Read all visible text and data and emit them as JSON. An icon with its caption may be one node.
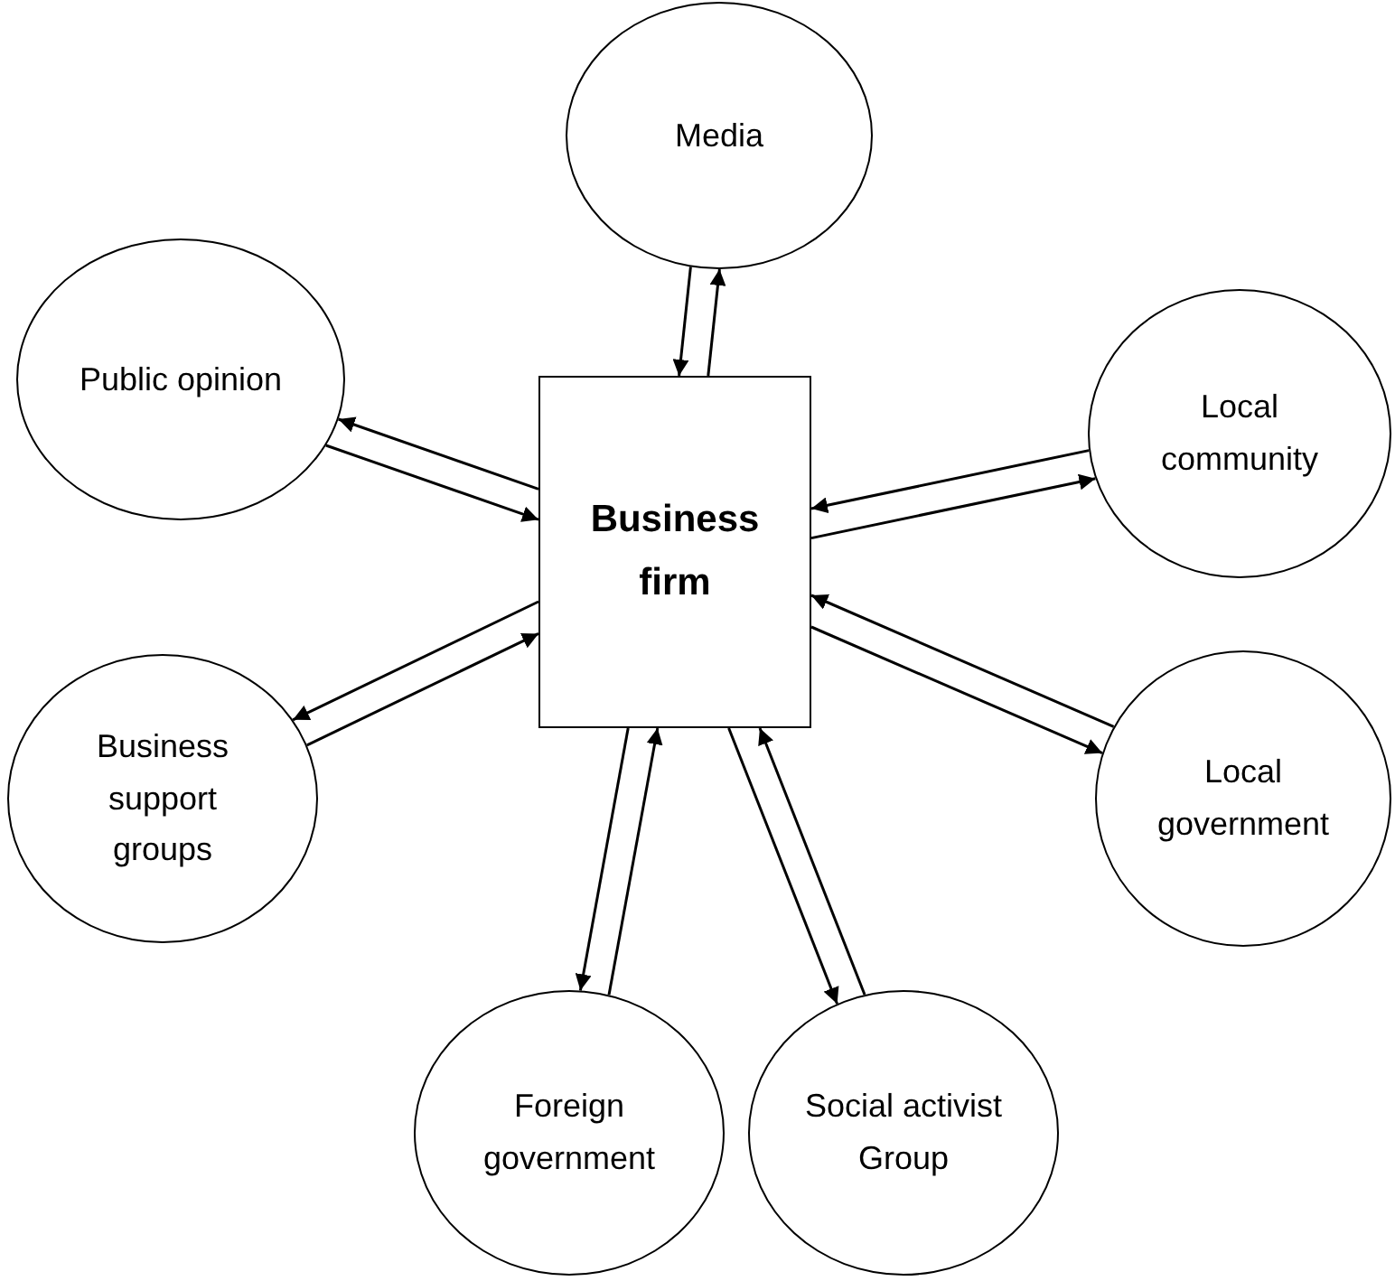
{
  "diagram": {
    "nodes": [
      {
        "text": [
          "Media"
        ]
      },
      {
        "text": [
          "Public opinion"
        ]
      },
      {
        "text": [
          "Local community"
        ]
      },
      {
        "text": [
          "Business firm"
        ]
      },
      {
        "text": [
          "Business support groups"
        ]
      },
      {
        "text": [
          "Local government"
        ]
      },
      {
        "text": [
          "Foreign government"
        ]
      },
      {
        "text": [
          "Social activist Group"
        ]
      }
    ],
    "edges": [
      {
        "from": 0,
        "to": 3,
        "arrow": "to"
      },
      {
        "from": 3,
        "to": 0,
        "arrow": "to"
      },
      {
        "from": 1,
        "to": 3,
        "arrow": "to"
      },
      {
        "from": 3,
        "to": 1,
        "arrow": "to"
      },
      {
        "from": 2,
        "to": 3,
        "arrow": "to"
      },
      {
        "from": 3,
        "to": 2,
        "arrow": "to"
      },
      {
        "from": 4,
        "to": 3,
        "arrow": "to"
      },
      {
        "from": 3,
        "to": 4,
        "arrow": "to"
      },
      {
        "from": 5,
        "to": 3,
        "arrow": "to"
      },
      {
        "from": 3,
        "to": 5,
        "arrow": "to"
      },
      {
        "from": 6,
        "to": 3,
        "arrow": "to"
      },
      {
        "from": 3,
        "to": 6,
        "arrow": "to"
      },
      {
        "from": 7,
        "to": 3,
        "arrow": "to"
      },
      {
        "from": 3,
        "to": 7,
        "arrow": "to"
      }
    ]
  }
}
